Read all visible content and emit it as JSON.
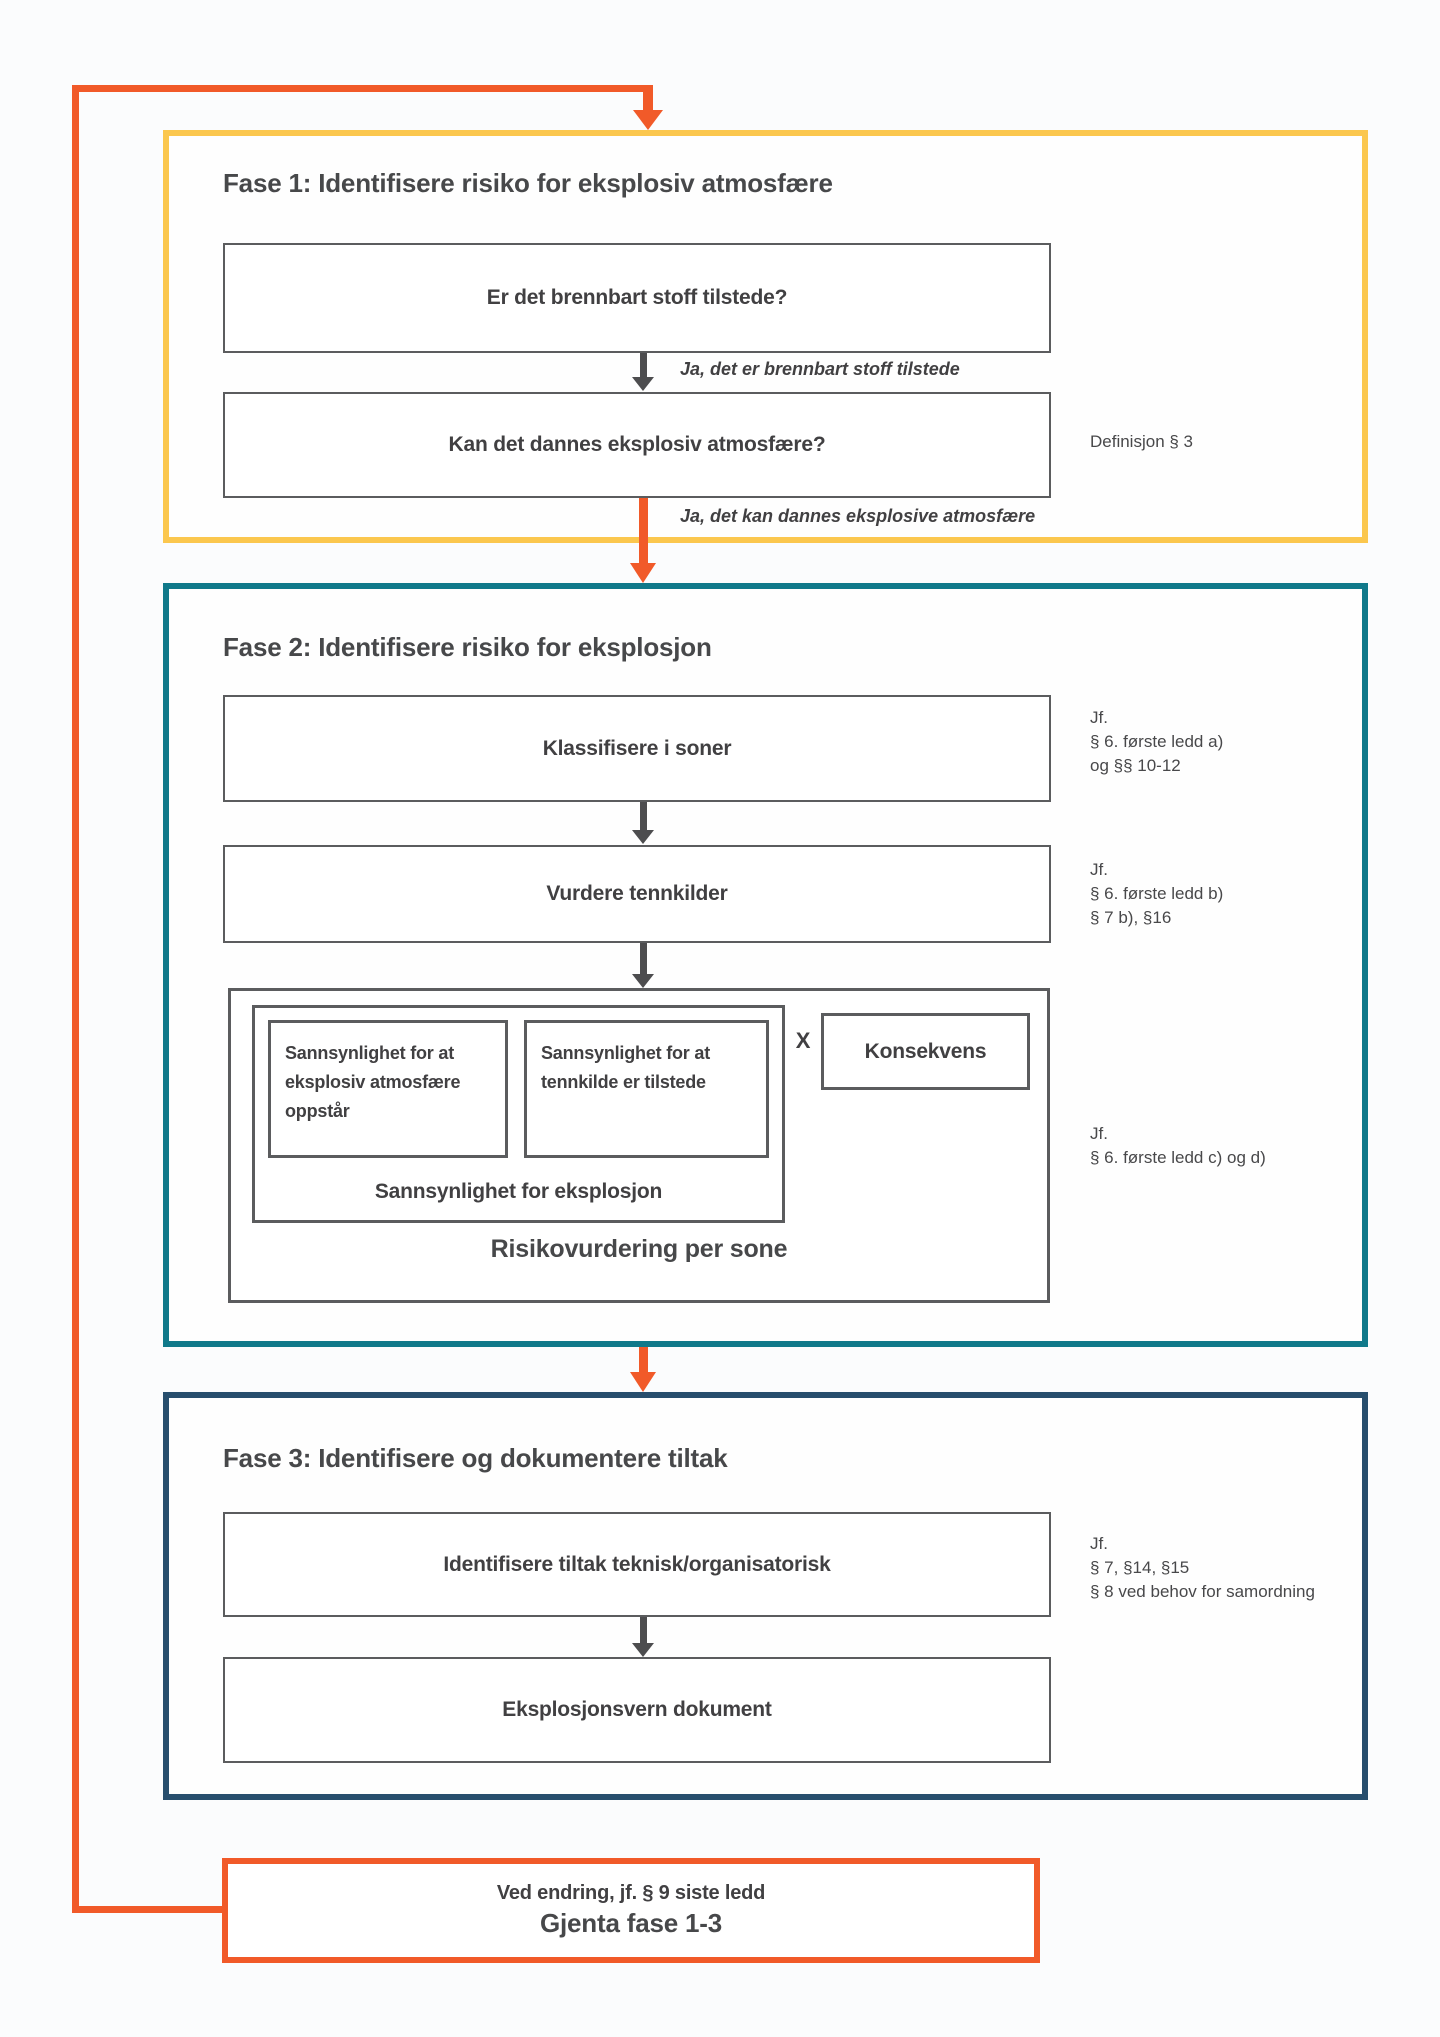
{
  "colors": {
    "orange": "#F15A29",
    "yellow": "#FBC74E",
    "teal": "#10798A",
    "navy": "#274E6D",
    "box_border": "#5B5C5E",
    "arrow": "#4D4D4F",
    "text": "#414042"
  },
  "phase1": {
    "title": "Fase 1: Identifisere risiko for eksplosiv atmosfære",
    "question1": "Er det brennbart stoff tilstede?",
    "arrow1_label": "Ja, det er brennbart stoff tilstede",
    "question2": "Kan det dannes eksplosiv atmosfære?",
    "side_note": "Definisjon § 3",
    "arrow2_label": "Ja, det kan dannes eksplosive atmosfære"
  },
  "phase2": {
    "title": "Fase 2: Identifisere risiko for eksplosjon",
    "step1": "Klassifisere i soner",
    "note1": [
      "Jf.",
      "§ 6. første ledd a)",
      "og §§ 10-12"
    ],
    "step2": "Vurdere tennkilder",
    "note2": [
      "Jf.",
      "§ 6. første ledd b)",
      "§ 7 b), §16"
    ],
    "risk_box": {
      "probability1": "Sannsynlighet for at eksplosiv atmosfære oppstår",
      "probability2": "Sannsynlighet for at tennkilde er tilstede",
      "probability_label": "Sannsynlighet for eksplosjon",
      "multiply_sign": "X",
      "consequence": "Konsekvens",
      "label": "Risikovurdering per sone"
    },
    "note3": [
      "Jf.",
      "§ 6. første ledd c) og d)"
    ]
  },
  "phase3": {
    "title": "Fase 3: Identifisere og dokumentere tiltak",
    "step1": "Identifisere tiltak teknisk/organisatorisk",
    "note1": [
      "Jf.",
      "§ 7, §14, §15",
      "§ 8 ved behov for samordning"
    ],
    "step2": "Eksplosjonsvern dokument"
  },
  "loop_box": {
    "line1": "Ved endring, jf. § 9 siste ledd",
    "line2": "Gjenta fase 1-3"
  }
}
